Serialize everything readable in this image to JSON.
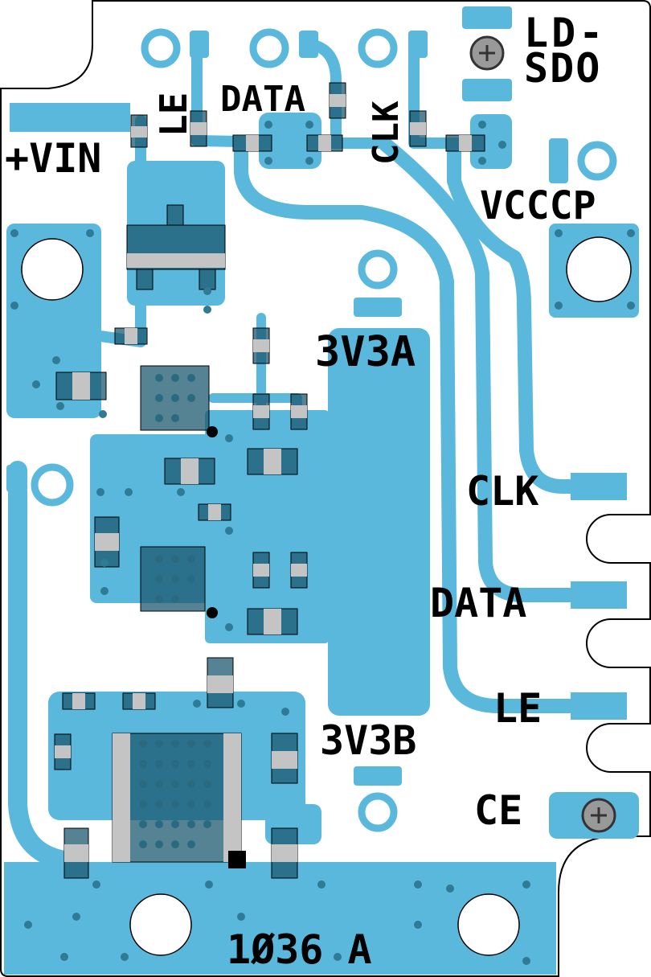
{
  "board_id": "1Ø36 A",
  "labels": {
    "ld_sdo_line1": "LD-",
    "ld_sdo_line2": "SDO",
    "le_top": "LE",
    "data_top": "DATA",
    "clk_top": "CLK",
    "vin": "+VIN",
    "vcccp": "VCCCP",
    "v3v3a": "3V3A",
    "clk_right": "CLK",
    "data_right": "DATA",
    "le_right": "LE",
    "v3v3b": "3V3B",
    "ce": "CE"
  },
  "colors": {
    "copper": "#5ab8dc",
    "component": "#1e5a70",
    "pad": "#c4c4c4",
    "text": "#000000"
  }
}
